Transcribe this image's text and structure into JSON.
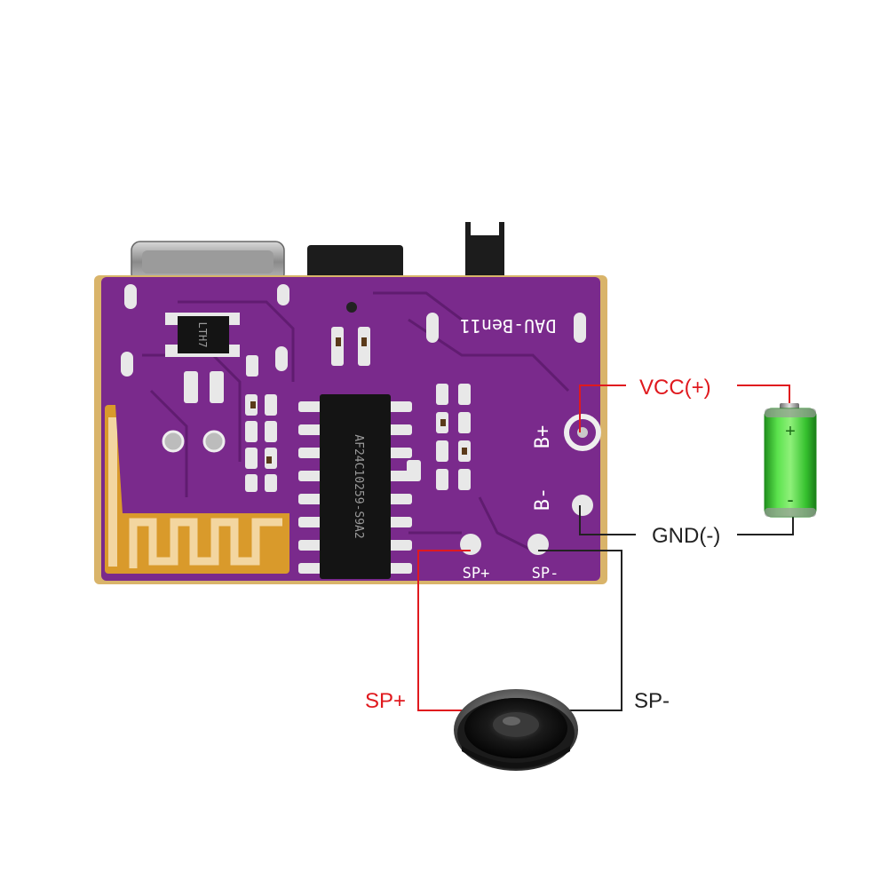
{
  "board": {
    "silkscreen": "DAU-Ben11",
    "chip_marking": "AF24C10259-S9A2",
    "regulator_marking": "LTH7",
    "pads": {
      "bplus": "B+",
      "bminus": "B-",
      "spplus": "SP+",
      "spminus": "SP-"
    }
  },
  "callouts": {
    "vcc": "VCC(+)",
    "gnd": "GND(-)",
    "sp_plus": "SP+",
    "sp_minus": "SP-"
  },
  "battery": {
    "plus": "+",
    "minus": "-"
  },
  "colors": {
    "board": "#7a2a8c",
    "board_edge": "#d9b46a",
    "antenna": "#d99a2b",
    "wire_red": "#e0191e",
    "wire_black": "#222222",
    "battery_green": "#3fd13a"
  }
}
